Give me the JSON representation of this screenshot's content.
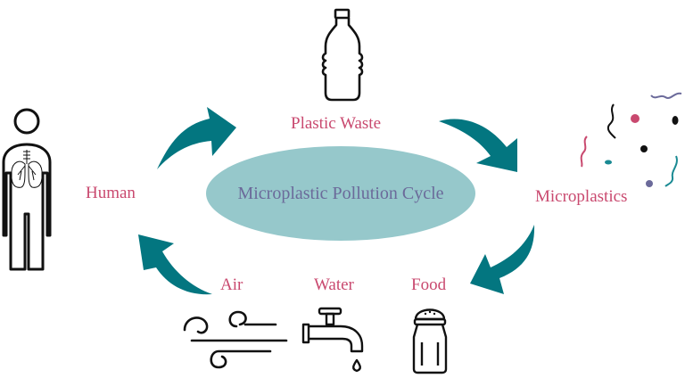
{
  "diagram": {
    "title": "Microplastic Pollution Cycle",
    "nodes": [
      {
        "id": "plastic_waste",
        "label": "Plastic Waste",
        "icon": "bottle-icon"
      },
      {
        "id": "microplastics",
        "label": "Microplastics",
        "icon": "microplastic-particles-icon"
      },
      {
        "id": "food",
        "label": "Food",
        "icon": "salt-shaker-icon"
      },
      {
        "id": "water",
        "label": "Water",
        "icon": "faucet-icon"
      },
      {
        "id": "air",
        "label": "Air",
        "icon": "wind-icon"
      },
      {
        "id": "human",
        "label": "Human",
        "icon": "human-lungs-icon"
      }
    ],
    "edges": [
      {
        "from": "human",
        "to": "plastic_waste"
      },
      {
        "from": "plastic_waste",
        "to": "microplastics"
      },
      {
        "from": "microplastics",
        "to": "food"
      },
      {
        "from": "air",
        "to": "human"
      }
    ],
    "colors": {
      "label": "#c9496f",
      "arrow": "#037680",
      "ellipse": "#96c8cb",
      "title_text": "#6b6a9a",
      "particle_pink": "#c9496f",
      "particle_teal": "#1a8a93",
      "particle_purple": "#6b6a9a",
      "particle_black": "#111111"
    }
  }
}
